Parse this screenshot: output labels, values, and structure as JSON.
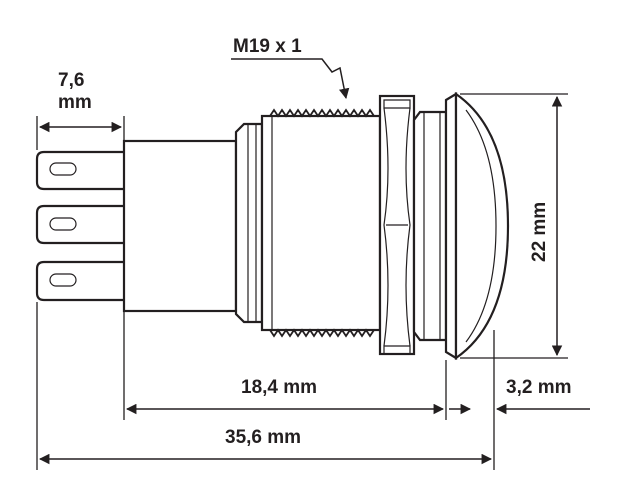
{
  "labels": {
    "thread": "M19 x 1",
    "terminal_width_value": "7,6",
    "terminal_width_unit": "mm",
    "diameter": "22 mm",
    "body_length": "18,4 mm",
    "cap_depth": "3,2 mm",
    "total_length": "35,6 mm"
  },
  "colors": {
    "line": "#231f20",
    "background": "#ffffff"
  }
}
